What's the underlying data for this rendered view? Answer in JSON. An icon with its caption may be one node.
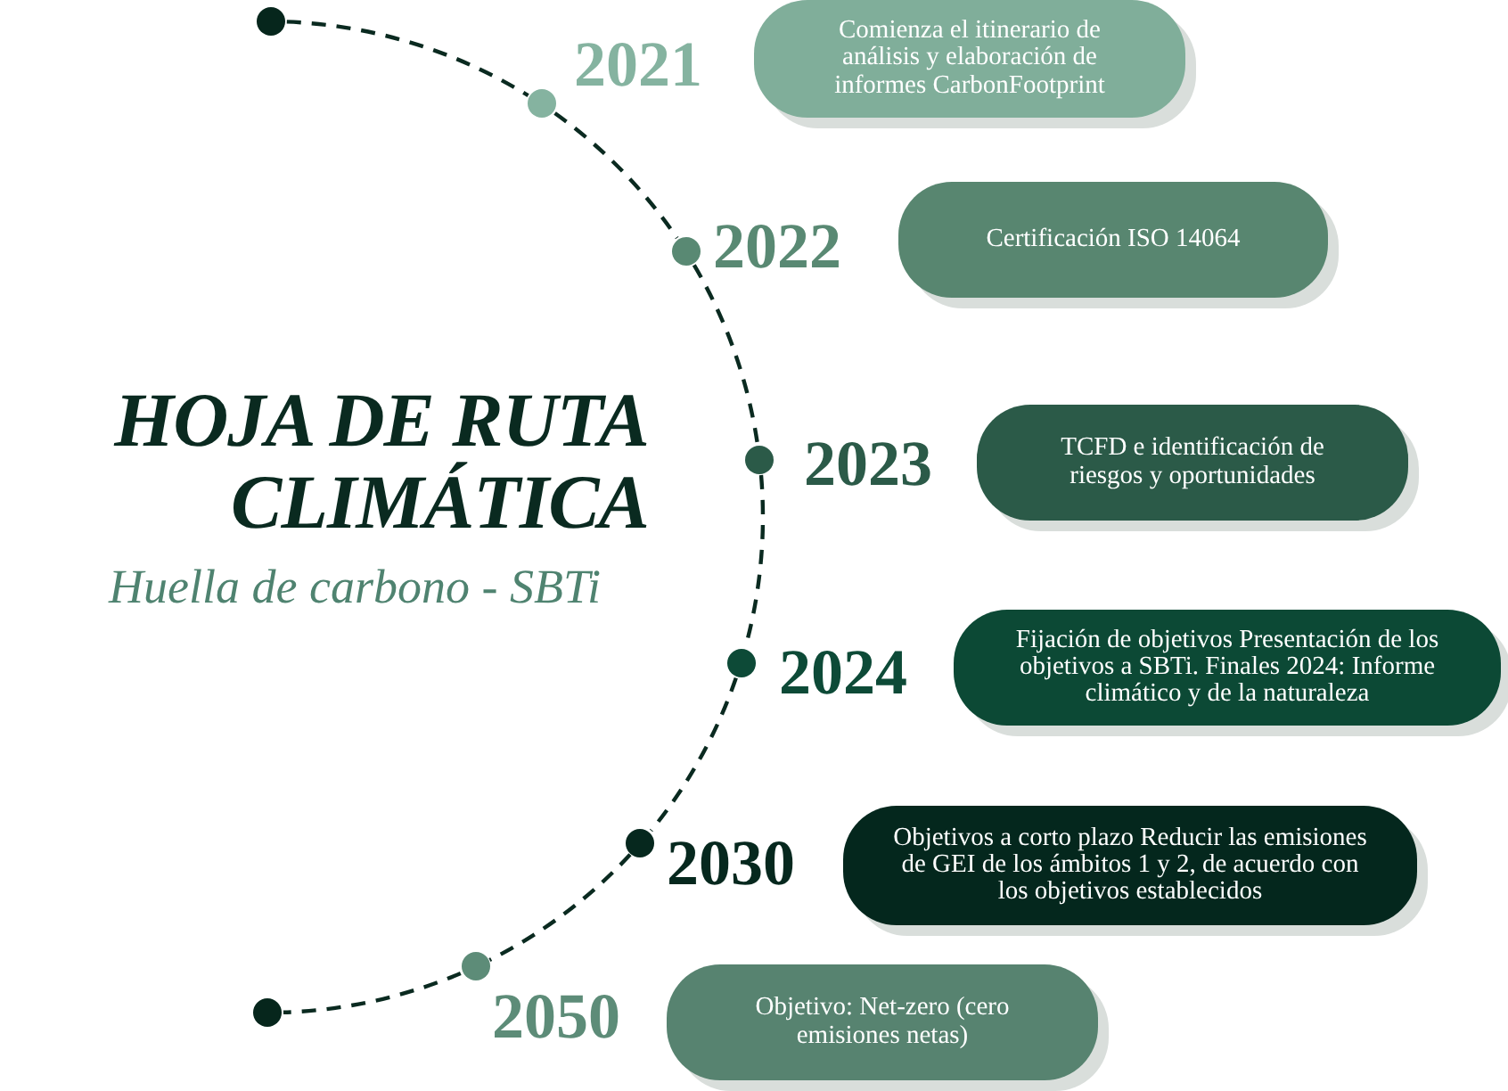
{
  "diagram": {
    "title": "HOJA DE RUTA CLIMÁTICA",
    "nodes": [
      {
        "text": [],
        "shape": "circle"
      },
      {
        "text": [],
        "shape": "circle",
        "beside": [
          "2021"
        ]
      },
      {
        "text": [
          "Comienza el itinerario de análisis y elaboración de informes CarbonFootprint"
        ]
      },
      {
        "text": [],
        "shape": "circle",
        "beside": [
          "2022"
        ]
      },
      {
        "text": [
          "Certificación ISO 14064"
        ]
      },
      {
        "text": [],
        "shape": "circle",
        "beside": [
          "2023"
        ]
      },
      {
        "text": [
          "TCFD e identificación de riesgos y oportunidades"
        ]
      },
      {
        "text": [],
        "shape": "circle",
        "beside": [
          "2024"
        ]
      },
      {
        "text": [
          "Fijación de objetivos Presentación de los objetivos a SBTi. Finales 2024: Informe climático y de la naturaleza"
        ]
      },
      {
        "text": [],
        "shape": "circle",
        "beside": [
          "2030"
        ]
      },
      {
        "text": [
          "Objetivos a corto plazo Reducir las emisiones de GEI de los ámbitos 1 y 2, de acuerdo con los objetivos establecidos"
        ]
      },
      {
        "text": [],
        "shape": "circle",
        "beside": [
          "2050"
        ]
      },
      {
        "text": [
          "Objetivo: Net-zero (cero emisiones netas)"
        ]
      },
      {
        "text": [],
        "shape": "circle"
      }
    ],
    "edges": [
      {
        "from": 0,
        "to": 1,
        "arrow": "none",
        "style": "dashed"
      },
      {
        "from": 1,
        "to": 3,
        "arrow": "none",
        "style": "dashed"
      },
      {
        "from": 3,
        "to": 5,
        "arrow": "none",
        "style": "dashed"
      },
      {
        "from": 5,
        "to": 7,
        "arrow": "none",
        "style": "dashed"
      },
      {
        "from": 7,
        "to": 9,
        "arrow": "none",
        "style": "dashed"
      },
      {
        "from": 9,
        "to": 11,
        "arrow": "none",
        "style": "dashed"
      },
      {
        "from": 11,
        "to": 13,
        "arrow": "none",
        "style": "dashed"
      }
    ],
    "labels": [
      "Huella de carbono - SBTi"
    ]
  }
}
